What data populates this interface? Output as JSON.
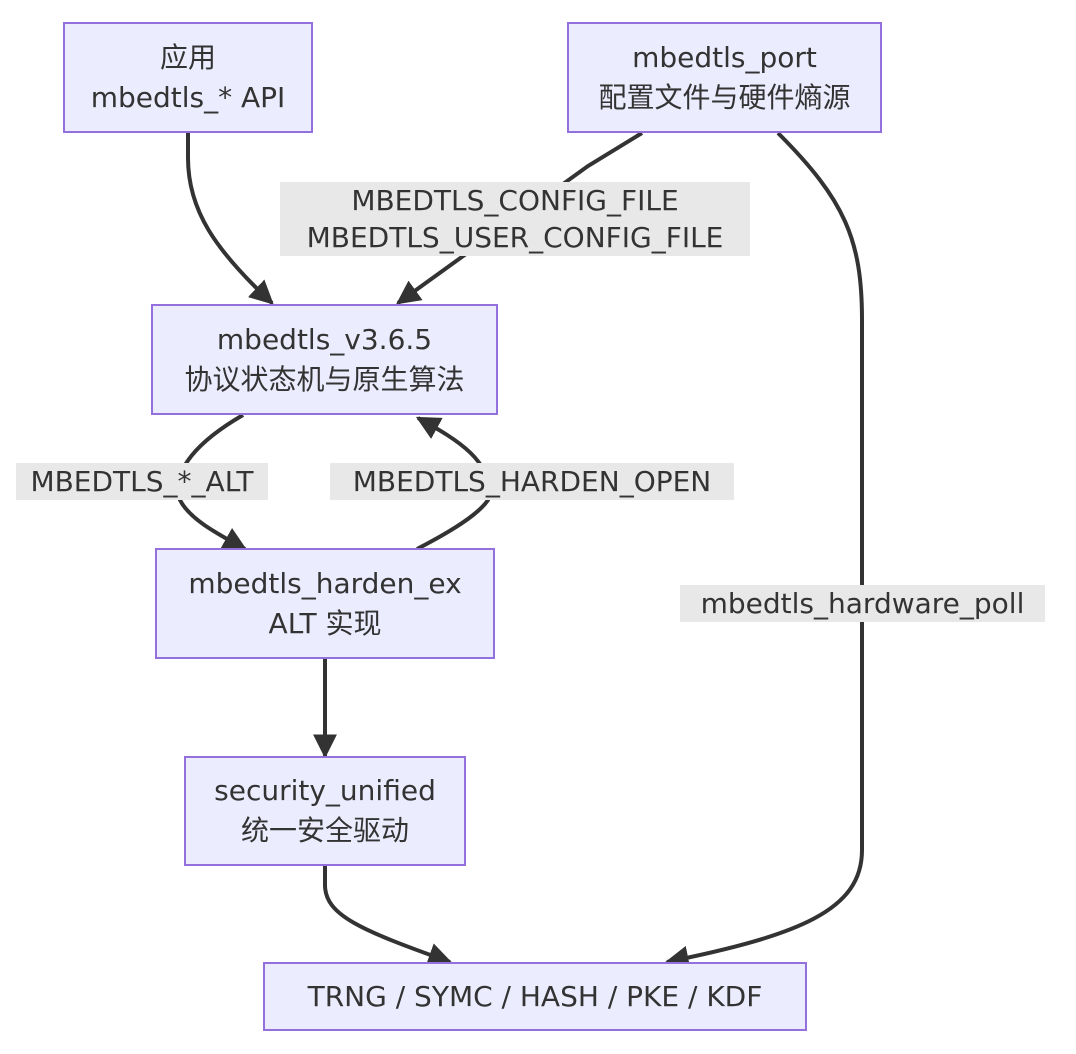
{
  "colors": {
    "node_fill": "#ececff",
    "node_border": "#9370db",
    "edge": "#333333",
    "label_bg": "#e8e8e8",
    "text": "#333333"
  },
  "nodes": {
    "app": {
      "line1": "应用",
      "line2": "mbedtls_* API"
    },
    "port": {
      "line1": "mbedtls_port",
      "line2": "配置文件与硬件熵源"
    },
    "mbedtls": {
      "line1": "mbedtls_v3.6.5",
      "line2": "协议状态机与原生算法"
    },
    "harden": {
      "line1": "mbedtls_harden_ex",
      "line2": "ALT 实现"
    },
    "security": {
      "line1": "security_unified",
      "line2": "统一安全驱动"
    },
    "hw": {
      "line1": "TRNG / SYMC / HASH / PKE / KDF"
    }
  },
  "edges": {
    "config": {
      "line1": "MBEDTLS_CONFIG_FILE",
      "line2": "MBEDTLS_USER_CONFIG_FILE"
    },
    "alt": {
      "label": "MBEDTLS_*_ALT"
    },
    "harden_open": {
      "label": "MBEDTLS_HARDEN_OPEN"
    },
    "poll": {
      "label": "mbedtls_hardware_poll"
    }
  }
}
